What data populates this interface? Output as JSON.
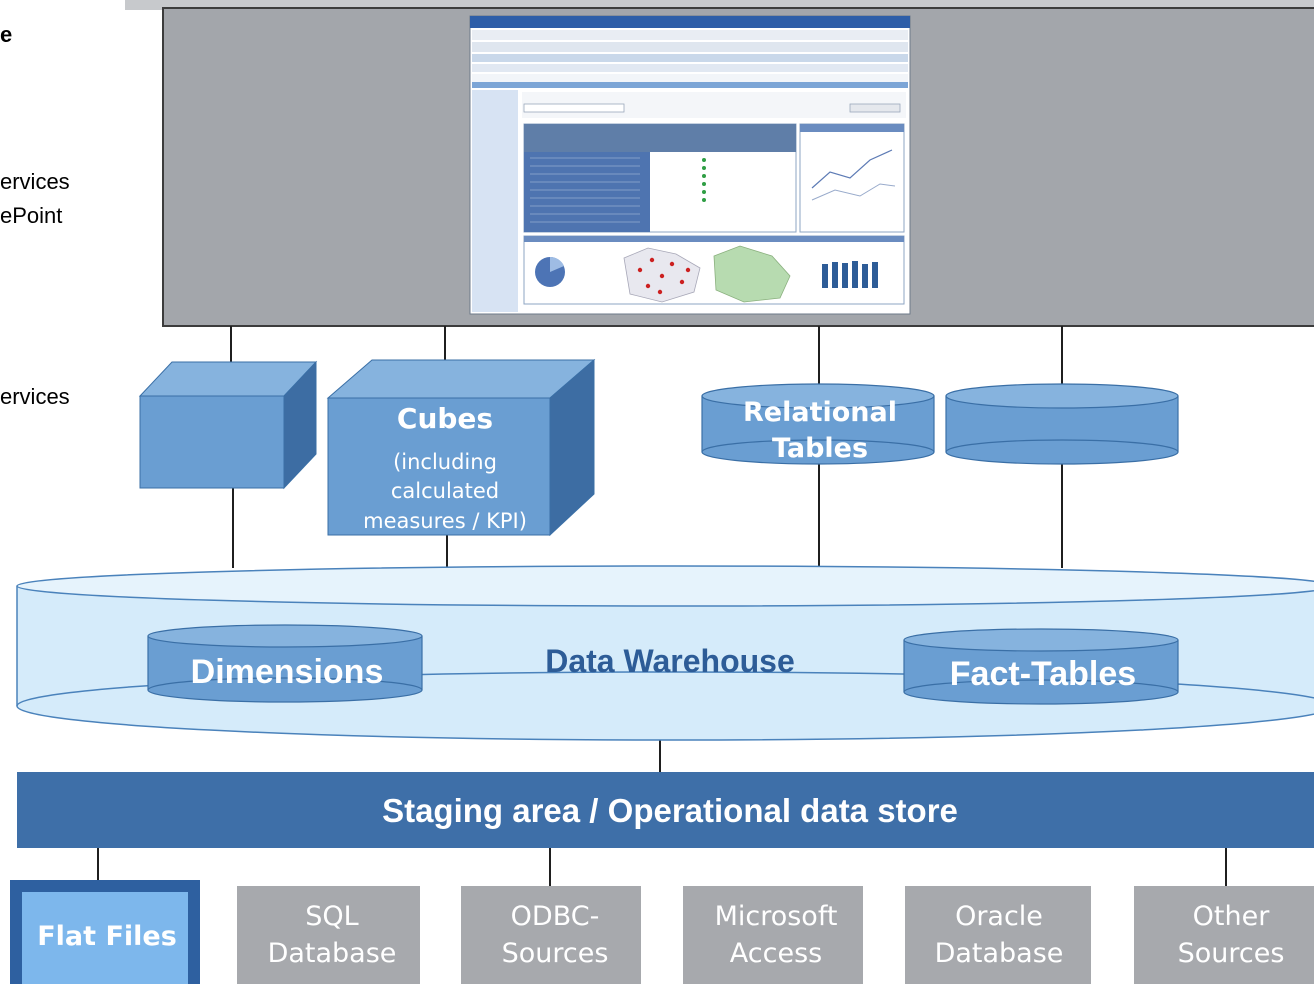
{
  "sidebar": {
    "lines": [
      "e",
      "ervices",
      "ePoint",
      "ervices"
    ]
  },
  "top_panel": {
    "screenshot": "dashboard-screenshot"
  },
  "olap": {
    "cubes_title": "Cubes",
    "cubes_sub": [
      "(including",
      "calculated",
      "measures / KPI)"
    ]
  },
  "relational": {
    "label_line1": "Relational",
    "label_line2": "Tables"
  },
  "warehouse": {
    "title": "Data Warehouse",
    "dimensions": "Dimensions",
    "fact_tables": "Fact-Tables"
  },
  "staging": {
    "label": "Staging area / Operational data store"
  },
  "sources": [
    {
      "line1": "Flat Files",
      "line2": ""
    },
    {
      "line1": "SQL",
      "line2": "Database"
    },
    {
      "line1": "ODBC-",
      "line2": "Sources"
    },
    {
      "line1": "Microsoft",
      "line2": "Access"
    },
    {
      "line1": "Oracle",
      "line2": "Database"
    },
    {
      "line1": "Other",
      "line2": "Sources"
    }
  ],
  "colors": {
    "panel_gray": "#a3a6ab",
    "cube_blue": "#6a9ed2",
    "warehouse_fill": "#d5ebfa",
    "staging_blue": "#3e6fa8",
    "source_gray": "#a7a9ad",
    "flat_files_fill": "#7db7ec",
    "title_blue": "#2d5c97"
  }
}
